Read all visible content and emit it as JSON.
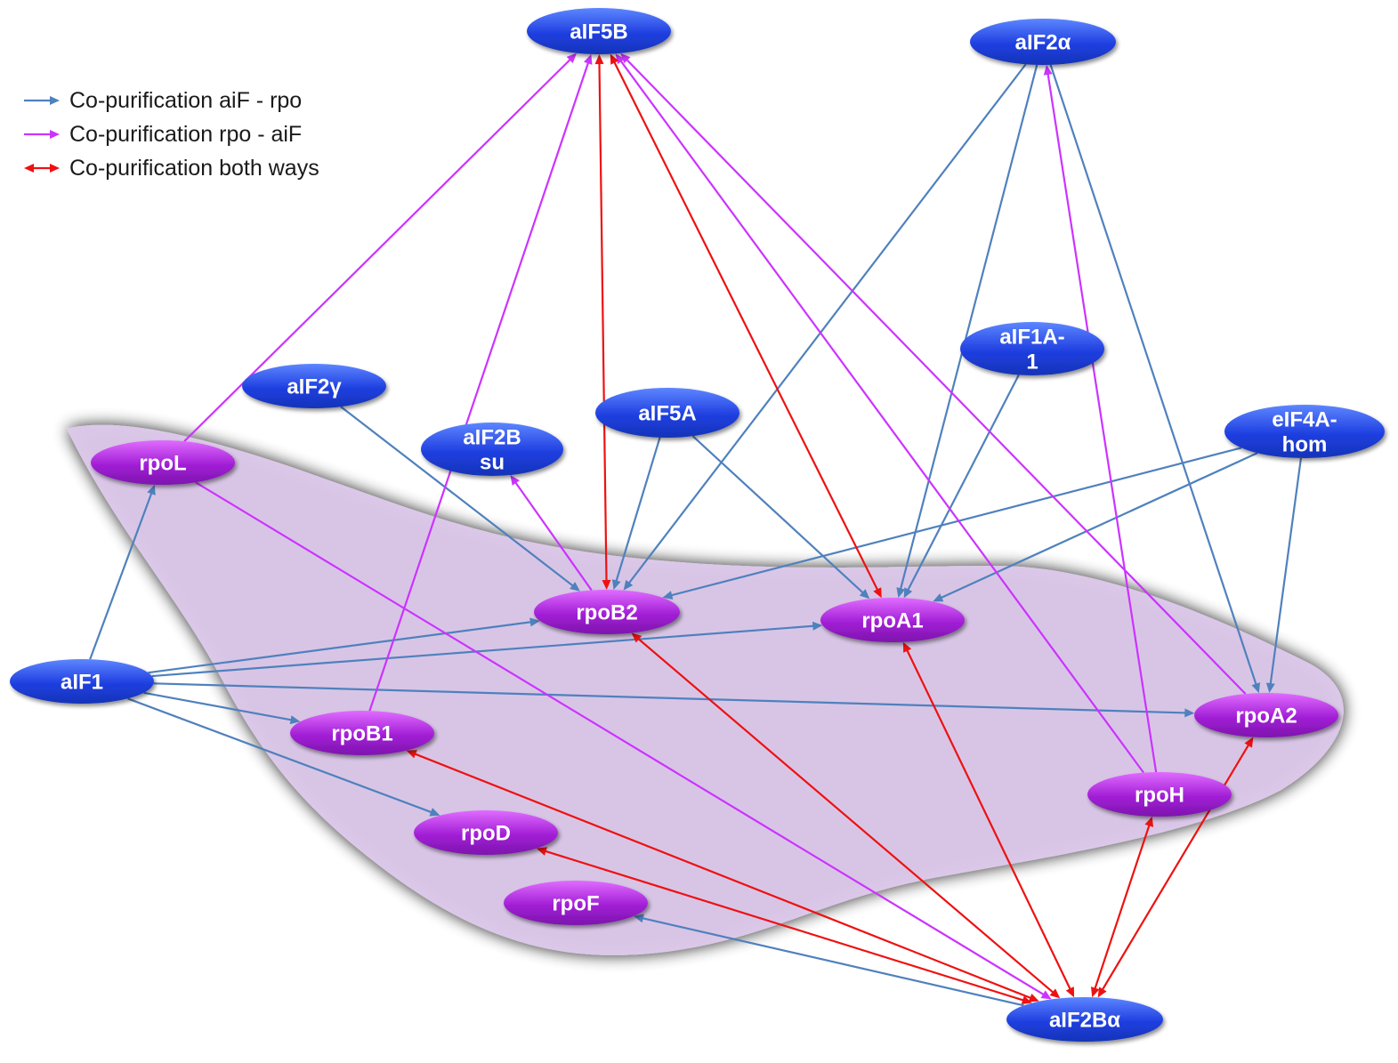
{
  "legend": {
    "items": [
      {
        "id": "aif_rpo",
        "label": "Co-purification aiF - rpo",
        "color": "#4f81bd",
        "type": "single"
      },
      {
        "id": "rpo_aif",
        "label": "Co-purification rpo - aiF",
        "color": "#cc33ff",
        "type": "single"
      },
      {
        "id": "both",
        "label": "Co-purification both ways",
        "color": "#ee1111",
        "type": "double"
      }
    ]
  },
  "colors": {
    "aif_node": "#1f3fe0",
    "rpo_node": "#9c1fd0",
    "region": "#d9c4e8",
    "aif_rpo": "#4f81bd",
    "rpo_aif": "#cc33ff",
    "both": "#ee1111"
  },
  "nodes": [
    {
      "id": "aIF5B",
      "lines": [
        "aIF5B"
      ],
      "group": "aif"
    },
    {
      "id": "aIF2a",
      "lines": [
        "aIF2α"
      ],
      "group": "aif"
    },
    {
      "id": "aIF1A1",
      "lines": [
        "aIF1A-",
        "1"
      ],
      "group": "aif"
    },
    {
      "id": "aIF2g",
      "lines": [
        "aIF2γ"
      ],
      "group": "aif"
    },
    {
      "id": "aIF5A",
      "lines": [
        "aIF5A"
      ],
      "group": "aif"
    },
    {
      "id": "aIF2Bsu",
      "lines": [
        "aIF2B",
        "su"
      ],
      "group": "aif"
    },
    {
      "id": "eIF4Ahom",
      "lines": [
        "eIF4A-",
        "hom"
      ],
      "group": "aif"
    },
    {
      "id": "aIF1",
      "lines": [
        "aIF1"
      ],
      "group": "aif"
    },
    {
      "id": "aIF2Ba",
      "lines": [
        "aIF2Bα"
      ],
      "group": "aif"
    },
    {
      "id": "rpoL",
      "lines": [
        "rpoL"
      ],
      "group": "rpo"
    },
    {
      "id": "rpoB2",
      "lines": [
        "rpoB2"
      ],
      "group": "rpo"
    },
    {
      "id": "rpoA1",
      "lines": [
        "rpoA1"
      ],
      "group": "rpo"
    },
    {
      "id": "rpoA2",
      "lines": [
        "rpoA2"
      ],
      "group": "rpo"
    },
    {
      "id": "rpoB1",
      "lines": [
        "rpoB1"
      ],
      "group": "rpo"
    },
    {
      "id": "rpoH",
      "lines": [
        "rpoH"
      ],
      "group": "rpo"
    },
    {
      "id": "rpoD",
      "lines": [
        "rpoD"
      ],
      "group": "rpo"
    },
    {
      "id": "rpoF",
      "lines": [
        "rpoF"
      ],
      "group": "rpo"
    }
  ],
  "edges": [
    {
      "from": "aIF2a",
      "to": "rpoB2",
      "type": "aif_rpo"
    },
    {
      "from": "aIF2a",
      "to": "rpoA1",
      "type": "aif_rpo"
    },
    {
      "from": "aIF2a",
      "to": "rpoA2",
      "type": "aif_rpo"
    },
    {
      "from": "aIF1A1",
      "to": "rpoA1",
      "type": "aif_rpo"
    },
    {
      "from": "eIF4Ahom",
      "to": "rpoB2",
      "type": "aif_rpo"
    },
    {
      "from": "eIF4Ahom",
      "to": "rpoA1",
      "type": "aif_rpo"
    },
    {
      "from": "eIF4Ahom",
      "to": "rpoA2",
      "type": "aif_rpo"
    },
    {
      "from": "aIF2g",
      "to": "rpoB2",
      "type": "aif_rpo"
    },
    {
      "from": "aIF5A",
      "to": "rpoB2",
      "type": "aif_rpo"
    },
    {
      "from": "aIF5A",
      "to": "rpoA1",
      "type": "aif_rpo"
    },
    {
      "from": "aIF1",
      "to": "rpoL",
      "type": "aif_rpo"
    },
    {
      "from": "aIF1",
      "to": "rpoB2",
      "type": "aif_rpo"
    },
    {
      "from": "aIF1",
      "to": "rpoA1",
      "type": "aif_rpo"
    },
    {
      "from": "aIF1",
      "to": "rpoA2",
      "type": "aif_rpo"
    },
    {
      "from": "aIF1",
      "to": "rpoB1",
      "type": "aif_rpo"
    },
    {
      "from": "aIF1",
      "to": "rpoD",
      "type": "aif_rpo"
    },
    {
      "from": "aIF2Ba",
      "to": "rpoF",
      "type": "aif_rpo"
    },
    {
      "from": "rpoL",
      "to": "aIF5B",
      "type": "rpo_aif"
    },
    {
      "from": "rpoB1",
      "to": "aIF5B",
      "type": "rpo_aif"
    },
    {
      "from": "rpoH",
      "to": "aIF5B",
      "type": "rpo_aif"
    },
    {
      "from": "rpoA2",
      "to": "aIF5B",
      "type": "rpo_aif"
    },
    {
      "from": "rpoH",
      "to": "aIF2a",
      "type": "rpo_aif"
    },
    {
      "from": "rpoB2",
      "to": "aIF2Bsu",
      "type": "rpo_aif"
    },
    {
      "from": "rpoL",
      "to": "aIF2Ba",
      "type": "rpo_aif"
    },
    {
      "from": "aIF5B",
      "to": "rpoB2",
      "type": "both"
    },
    {
      "from": "aIF5B",
      "to": "rpoA1",
      "type": "both"
    },
    {
      "from": "aIF2Ba",
      "to": "rpoB2",
      "type": "both"
    },
    {
      "from": "aIF2Ba",
      "to": "rpoA1",
      "type": "both"
    },
    {
      "from": "aIF2Ba",
      "to": "rpoB1",
      "type": "both"
    },
    {
      "from": "aIF2Ba",
      "to": "rpoD",
      "type": "both"
    },
    {
      "from": "aIF2Ba",
      "to": "rpoH",
      "type": "both"
    },
    {
      "from": "aIF2Ba",
      "to": "rpoA2",
      "type": "both"
    }
  ]
}
